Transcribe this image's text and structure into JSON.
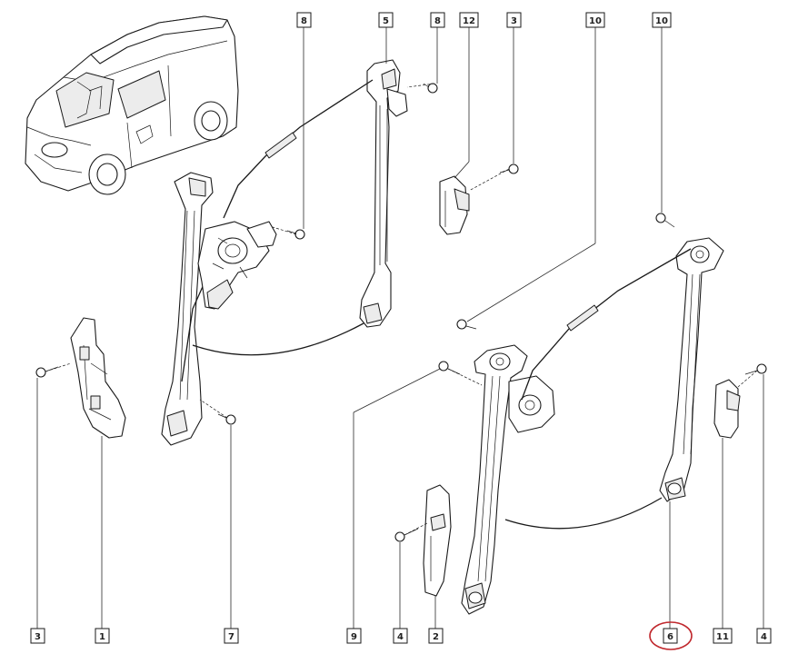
{
  "callouts_top": [
    "8",
    "5",
    "8",
    "12",
    "3",
    "10",
    "10"
  ],
  "callouts_bottom": [
    "3",
    "1",
    "7",
    "9",
    "4",
    "2",
    "6",
    "11",
    "4"
  ],
  "highlight_color": "#c0282d",
  "highlighted_callout": "6"
}
